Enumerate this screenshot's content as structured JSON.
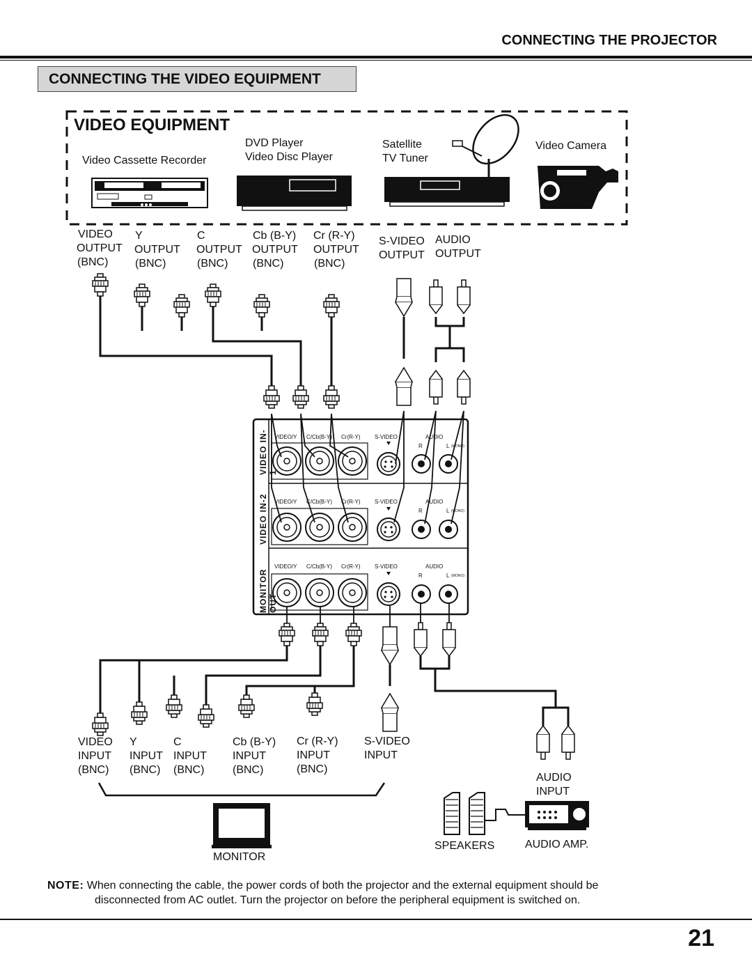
{
  "header": {
    "section": "CONNECTING THE PROJECTOR"
  },
  "section_title": "CONNECTING THE VIDEO EQUIPMENT",
  "equipment_box": {
    "title": "VIDEO EQUIPMENT",
    "vcr": "Video Cassette Recorder",
    "dvd_line1": "DVD Player",
    "dvd_line2": "Video Disc Player",
    "sat_line1": "Satellite",
    "sat_line2": "TV Tuner",
    "camera": "Video Camera"
  },
  "source_outputs": [
    {
      "l1": "VIDEO",
      "l2": "OUTPUT",
      "l3": "(BNC)"
    },
    {
      "l1": "Y",
      "l2": "OUTPUT",
      "l3": "(BNC)"
    },
    {
      "l1": "C",
      "l2": "OUTPUT",
      "l3": "(BNC)"
    },
    {
      "l1": "Cb (B-Y)",
      "l2": "OUTPUT",
      "l3": "(BNC)"
    },
    {
      "l1": "Cr (R-Y)",
      "l2": "OUTPUT",
      "l3": "(BNC)"
    },
    {
      "l1": "S-VIDEO",
      "l2": "OUTPUT"
    },
    {
      "l1": "AUDIO",
      "l2": "OUTPUT"
    }
  ],
  "panel": {
    "rows": [
      "VIDEO IN-1",
      "VIDEO IN-2",
      "MONITOR OUT"
    ],
    "jacks": {
      "video": "VIDEO/Y",
      "cb": "C/Cb(B-Y)",
      "cr": "Cr(R-Y)",
      "svideo": "S-VIDEO",
      "audio": "AUDIO",
      "r": "R",
      "l": "L",
      "mono": "(MONO)"
    }
  },
  "monitor_inputs": [
    {
      "l1": "VIDEO",
      "l2": "INPUT",
      "l3": "(BNC)"
    },
    {
      "l1": "Y",
      "l2": "INPUT",
      "l3": "(BNC)"
    },
    {
      "l1": "C",
      "l2": "INPUT",
      "l3": "(BNC)"
    },
    {
      "l1": "Cb (B-Y)",
      "l2": "INPUT",
      "l3": "(BNC)"
    },
    {
      "l1": "Cr (R-Y)",
      "l2": "INPUT",
      "l3": "(BNC)"
    },
    {
      "l1": "S-VIDEO",
      "l2": "INPUT"
    }
  ],
  "audio_input": {
    "l1": "AUDIO",
    "l2": "INPUT"
  },
  "devices": {
    "monitor": "MONITOR",
    "speakers": "SPEAKERS",
    "amp": "AUDIO AMP."
  },
  "note": {
    "label": "NOTE:",
    "line1": "When connecting the cable, the power cords of both the projector and the external equipment should be",
    "line2": "disconnected from AC outlet. Turn the projector  on before the peripheral equipment is switched on."
  },
  "page_number": "21"
}
